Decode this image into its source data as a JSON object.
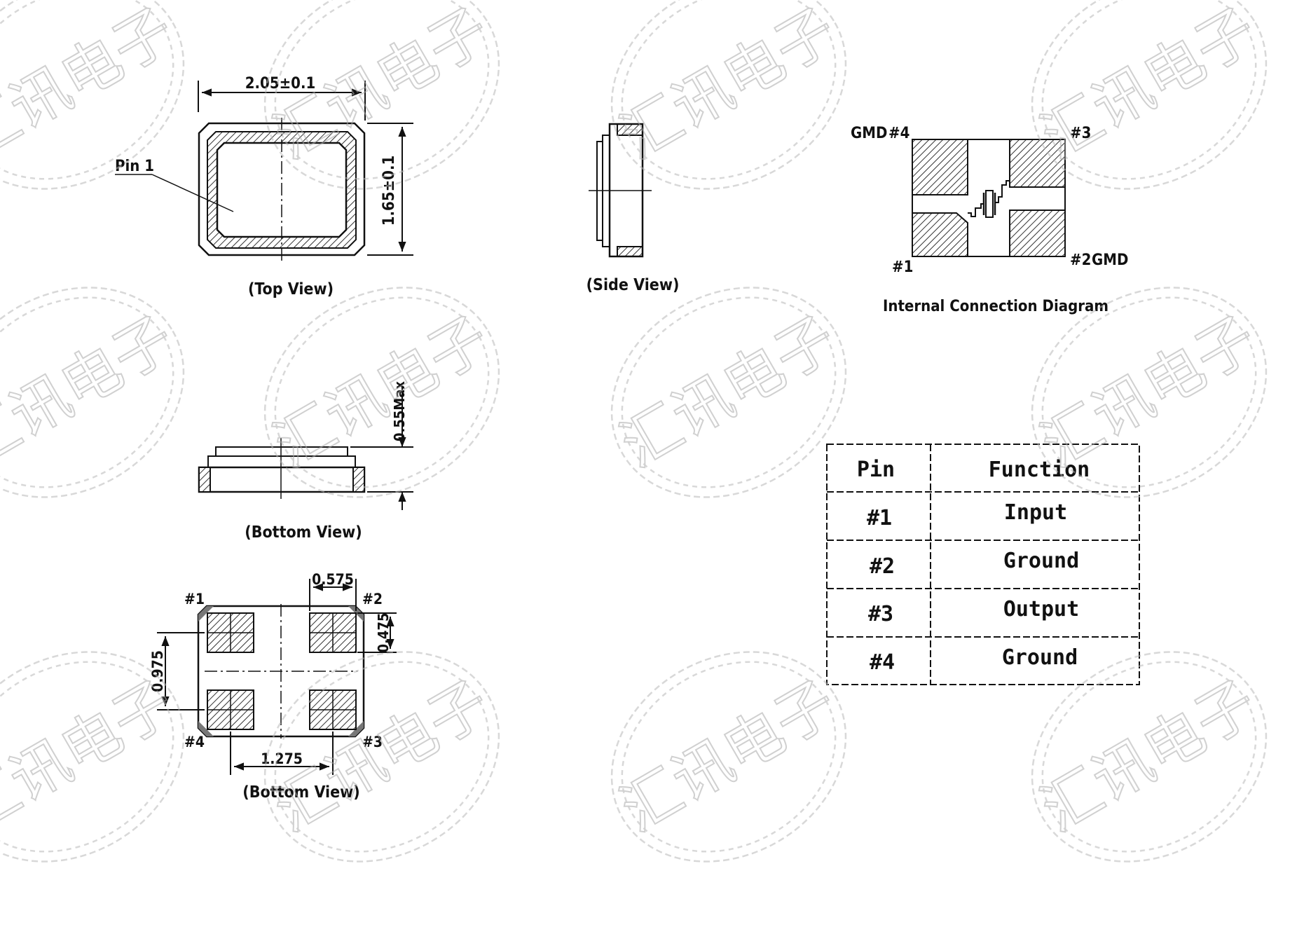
{
  "watermark": {
    "text": "汇讯电子"
  },
  "top_view": {
    "width_dim": "2.05±0.1",
    "height_dim": "1.65±0.1",
    "pin1_label": "Pin 1",
    "caption": "(Top View)"
  },
  "side_view": {
    "caption": "(Side View)"
  },
  "internal_diagram": {
    "caption": "Internal Connection Diagram",
    "gnd_pin4_label": "GMD",
    "pin4_label": "#4",
    "pin3_label": "#3",
    "pin1_label": "#1",
    "pin2_label": "#2",
    "gnd_pin2_label": "GMD"
  },
  "bottom_side_view": {
    "height_dim": "0.55Max",
    "caption": "(Bottom View)"
  },
  "bottom_view": {
    "pad_width_dim": "0.575",
    "pad_height_dim": "0.475",
    "pitch_v_dim": "0.975",
    "pitch_h_dim": "1.275",
    "pin1_label": "#1",
    "pin2_label": "#2",
    "pin3_label": "#3",
    "pin4_label": "#4",
    "caption": "(Bottom View)"
  },
  "pin_table": {
    "header": {
      "pin": "Pin",
      "function": "Function"
    },
    "rows": [
      {
        "pin": "#1",
        "function": "Input"
      },
      {
        "pin": "#2",
        "function": "Ground"
      },
      {
        "pin": "#3",
        "function": "Output"
      },
      {
        "pin": "#4",
        "function": "Ground"
      }
    ]
  }
}
